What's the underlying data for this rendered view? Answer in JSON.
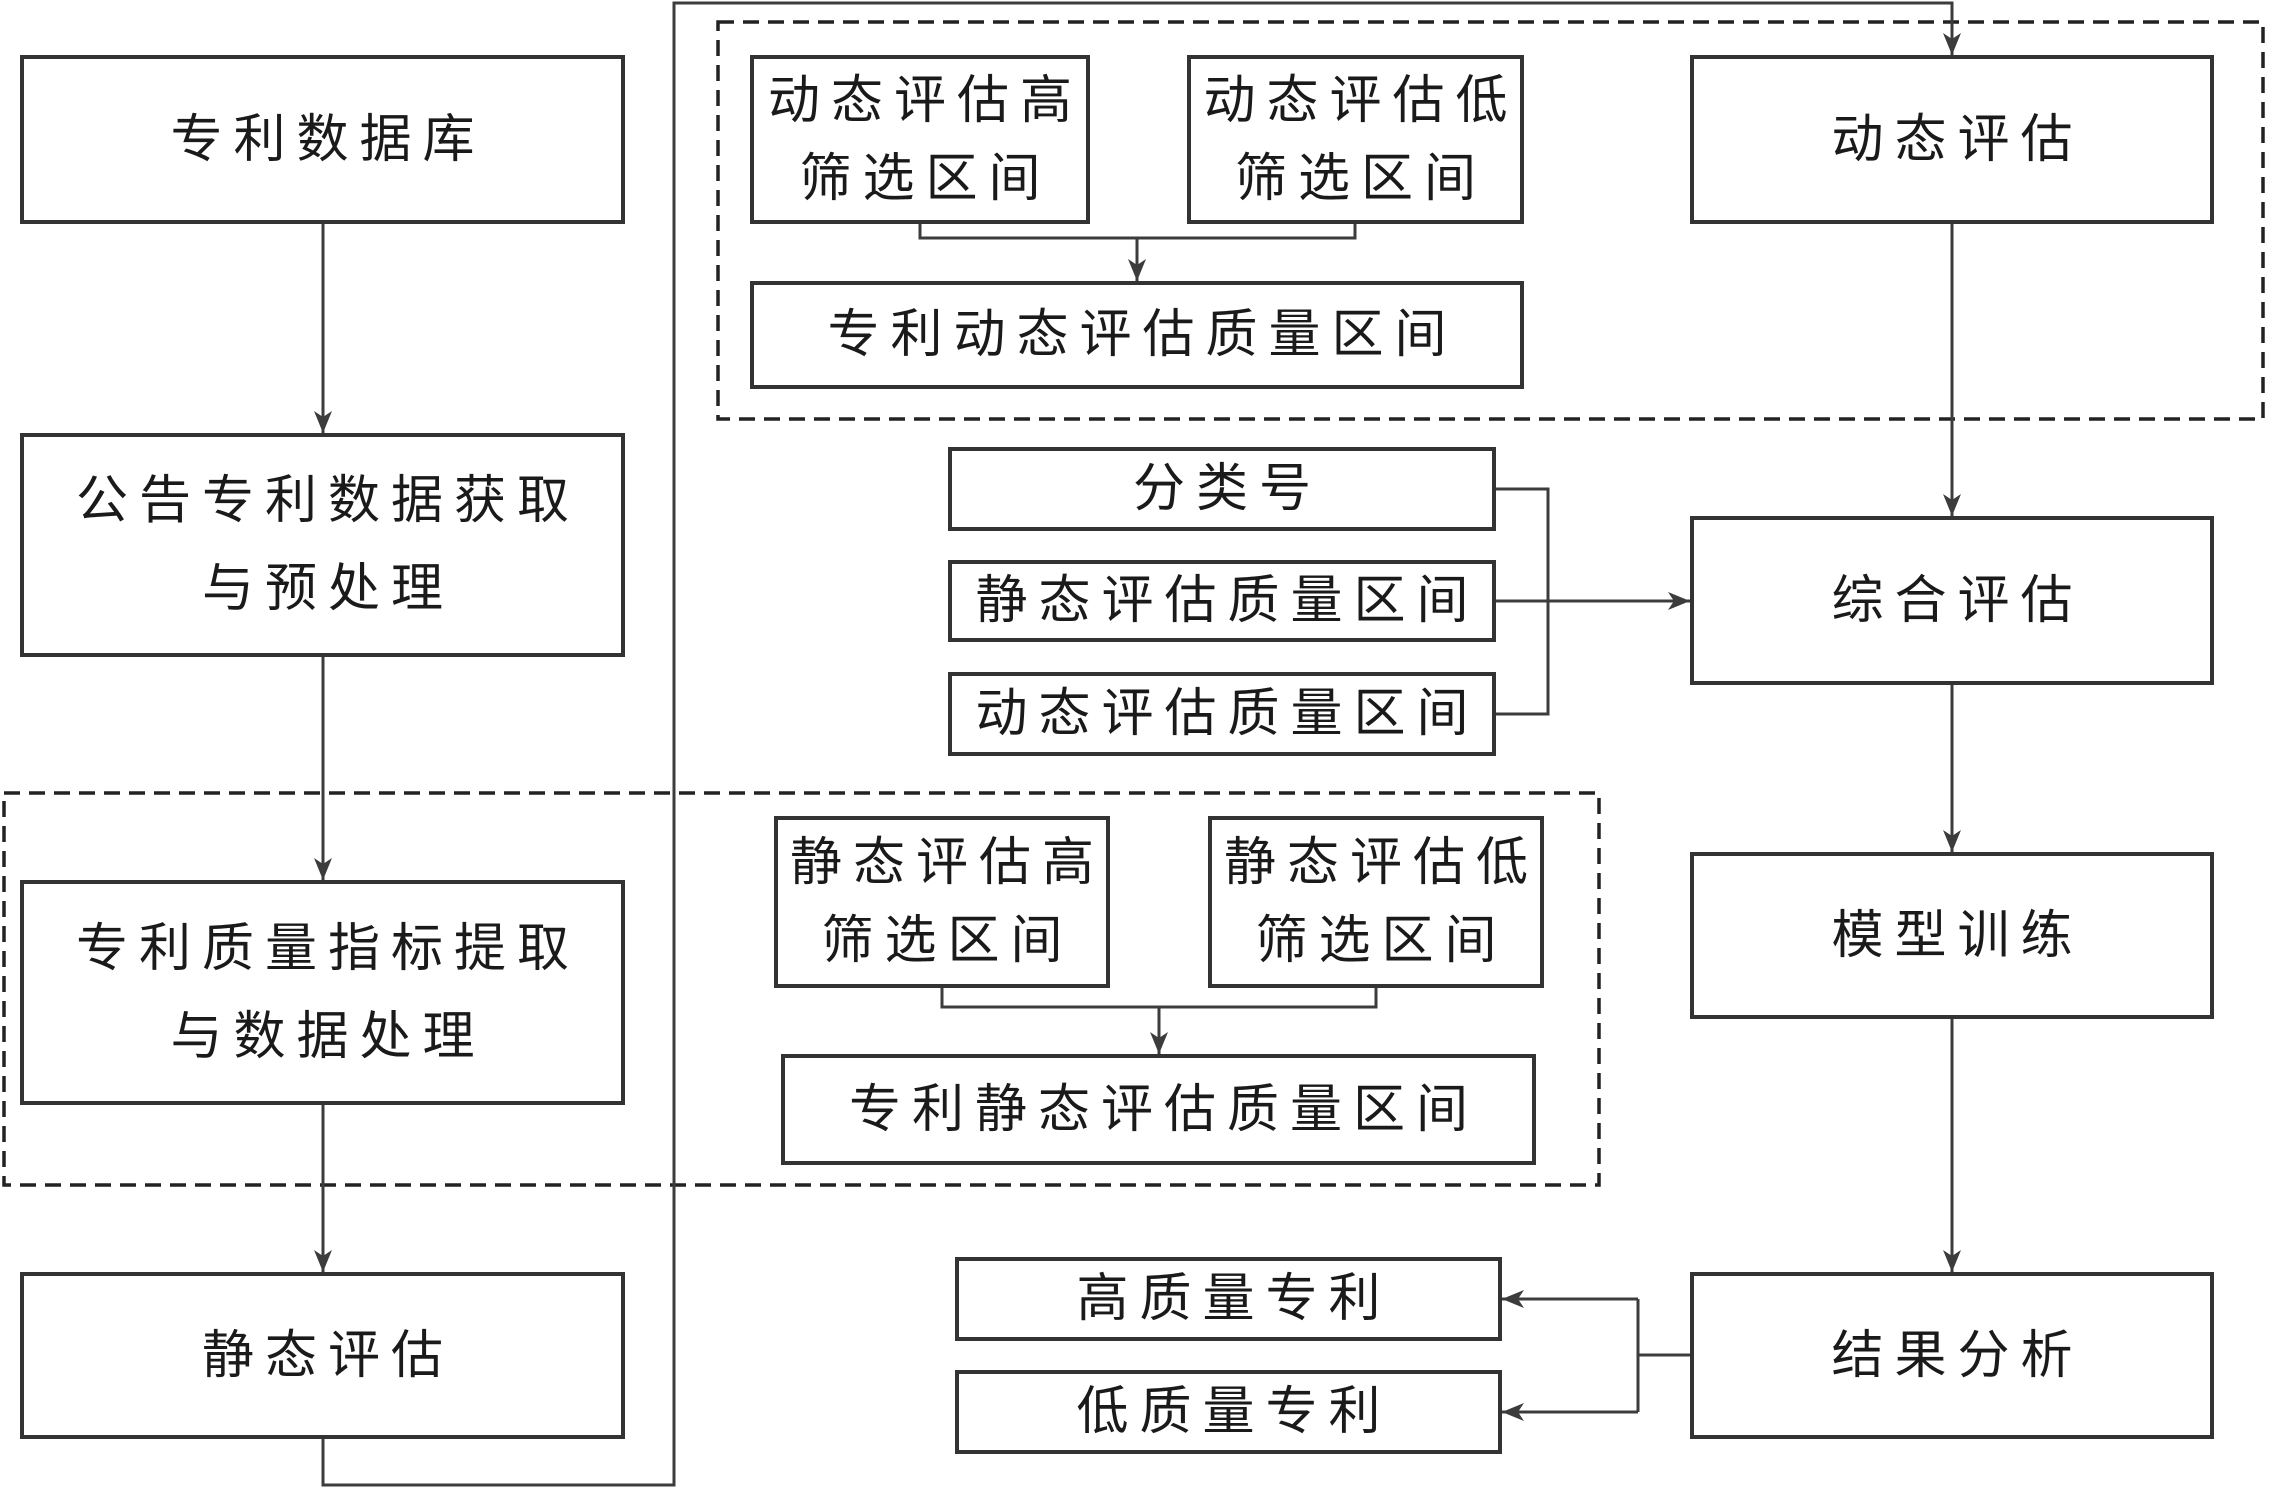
{
  "nodes": {
    "patent_database": [
      "专利数据库"
    ],
    "data_acquisition": [
      "公告专利数据获取",
      "与预处理"
    ],
    "indicator_extraction": [
      "专利质量指标提取",
      "与数据处理"
    ],
    "static_evaluation": [
      "静态评估"
    ],
    "dynamic_evaluation": [
      "动态评估"
    ],
    "comprehensive_evaluation": [
      "综合评估"
    ],
    "model_training": [
      "模型训练"
    ],
    "result_analysis": [
      "结果分析"
    ],
    "dynamic_high_interval": [
      "动态评估高",
      "筛选区间"
    ],
    "dynamic_low_interval": [
      "动态评估低",
      "筛选区间"
    ],
    "dynamic_quality_interval": [
      "专利动态评估质量区间"
    ],
    "classification_number": [
      "分类号"
    ],
    "static_quality_interval_input": [
      "静态评估质量区间"
    ],
    "dynamic_quality_interval_input": [
      "动态评估质量区间"
    ],
    "static_high_interval": [
      "静态评估高",
      "筛选区间"
    ],
    "static_low_interval": [
      "静态评估低",
      "筛选区间"
    ],
    "static_quality_interval": [
      "专利静态评估质量区间"
    ],
    "high_quality_patent": [
      "高质量专利"
    ],
    "low_quality_patent": [
      "低质量专利"
    ]
  },
  "colors": {
    "stroke": "#333333",
    "line": "#3c3c3c",
    "text": "#1a1a1a",
    "background": "#ffffff"
  }
}
